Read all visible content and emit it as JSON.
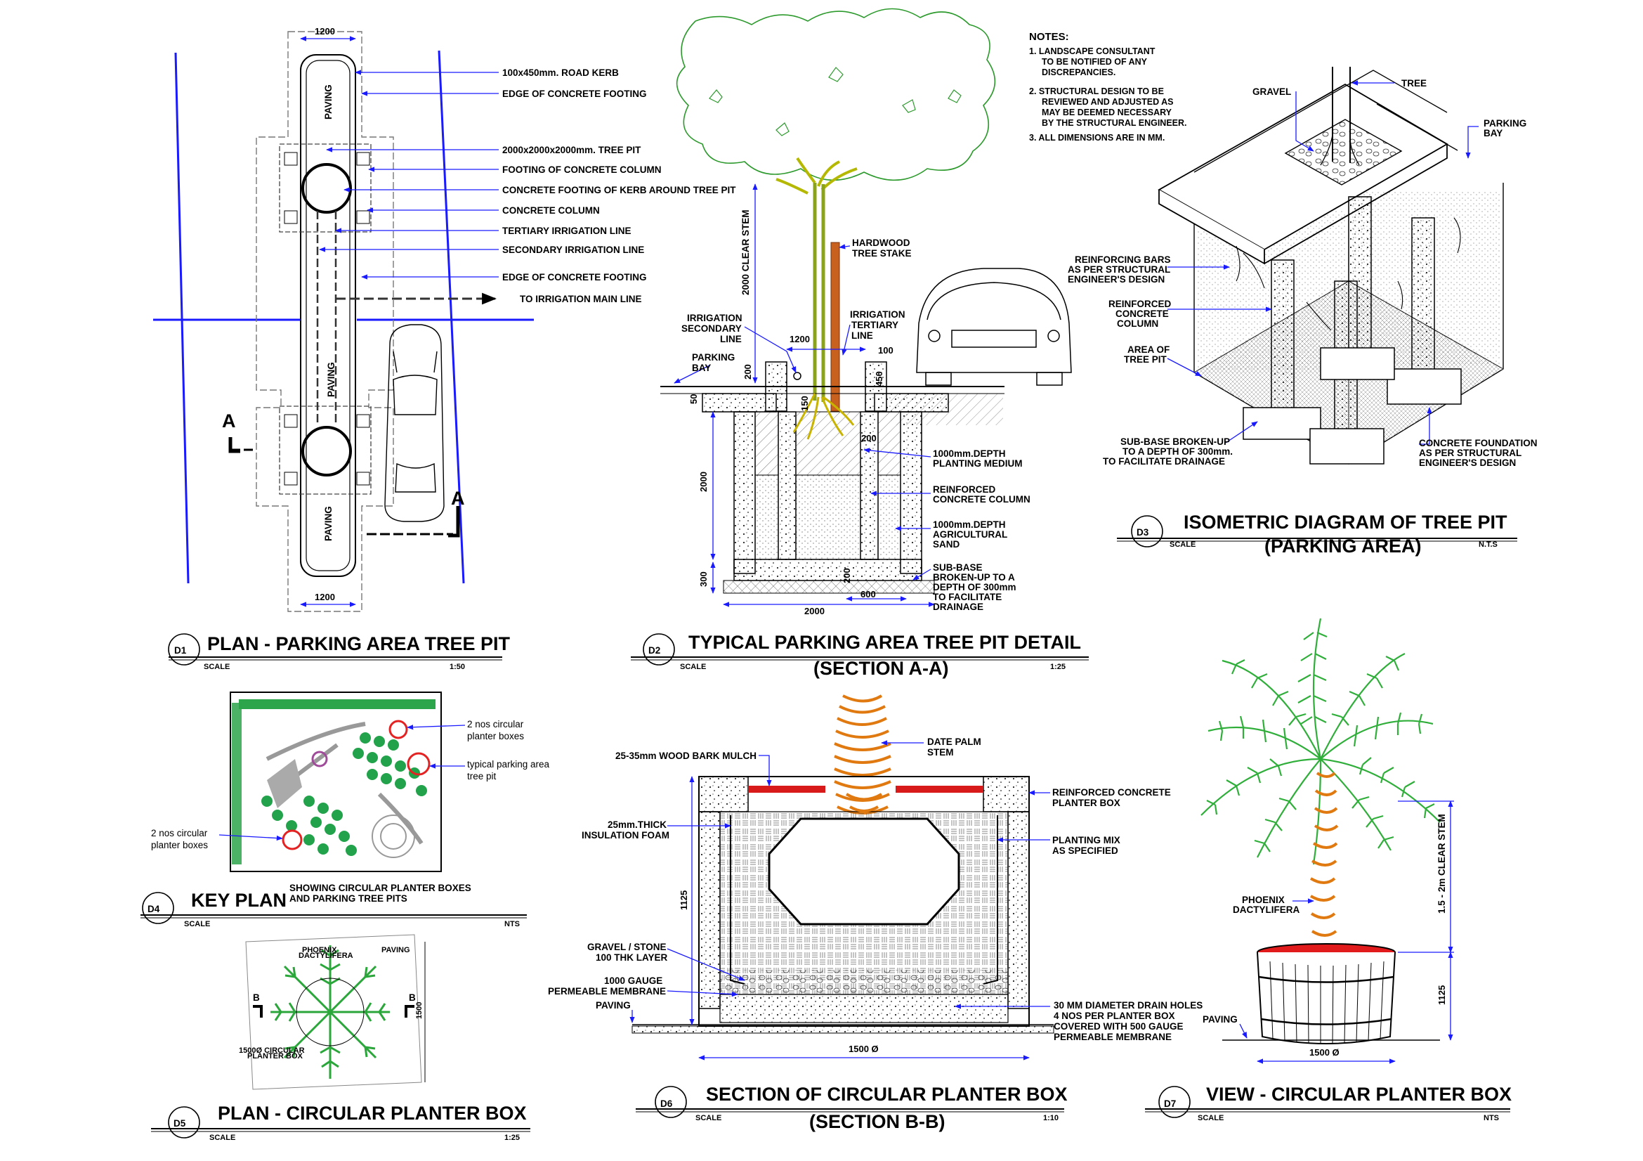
{
  "notes": {
    "title": "NOTES:",
    "items": [
      [
        "1.  LANDSCAPE CONSULTANT",
        "TO BE NOTIFIED OF ANY",
        "DISCREPANCIES."
      ],
      [
        "2.  STRUCTURAL DESIGN TO BE",
        "REVIEWED AND ADJUSTED AS",
        "MAY BE DEEMED NECESSARY",
        "BY THE STRUCTURAL ENGINEER."
      ],
      [
        "3.  ALL DIMENSIONS ARE IN MM."
      ]
    ]
  },
  "d1": {
    "number": "D1",
    "title": "PLAN - PARKING AREA TREE PIT",
    "scale_label": "SCALE",
    "scale": "1:50",
    "dim_top": "1200",
    "dim_bottom": "1200",
    "paving": "PAVING",
    "section_mark": "A",
    "labels": [
      "100x450mm. ROAD KERB",
      "EDGE OF CONCRETE FOOTING",
      "2000x2000x2000mm. TREE PIT",
      "FOOTING OF CONCRETE COLUMN",
      "CONCRETE FOOTING OF KERB AROUND TREE PIT",
      "CONCRETE COLUMN",
      "TERTIARY IRRIGATION LINE",
      "SECONDARY IRRIGATION LINE",
      "EDGE OF CONCRETE FOOTING",
      "TO IRRIGATION MAIN LINE"
    ]
  },
  "d2": {
    "number": "D2",
    "title": "TYPICAL PARKING AREA TREE PIT DETAIL",
    "subtitle": "(SECTION A-A)",
    "scale_label": "SCALE",
    "scale": "1:25",
    "clear_stem": "2000 CLEAR STEM",
    "stake": [
      "HARDWOOD",
      "TREE STAKE"
    ],
    "irr_secondary": [
      "IRRIGATION",
      "SECONDARY",
      "LINE"
    ],
    "irr_tertiary": [
      "IRRIGATION",
      "TERTIARY",
      "LINE"
    ],
    "parking_bay": [
      "PARKING",
      "BAY"
    ],
    "planting_medium": [
      "1000mm.DEPTH",
      "PLANTING MEDIUM"
    ],
    "rc_column": [
      "REINFORCED",
      "CONCRETE COLUMN"
    ],
    "agri_sand": [
      "1000mm.DEPTH",
      "AGRICULTURAL",
      "SAND"
    ],
    "subbase": [
      "SUB-BASE",
      "BROKEN-UP TO A",
      "DEPTH OF 300mm",
      "TO FACILITATE",
      "DRAINAGE"
    ],
    "dims": {
      "w1200": "1200",
      "d100": "100",
      "d200a": "200",
      "d450": "450",
      "d150": "150",
      "d50": "50",
      "d200b": "200",
      "d2000v": "2000",
      "d300": "300",
      "d200c": "200",
      "d2000h": "2000",
      "d600": "600"
    }
  },
  "d3": {
    "number": "D3",
    "title": "ISOMETRIC DIAGRAM OF TREE PIT",
    "subtitle": "(PARKING AREA)",
    "scale_label": "SCALE",
    "scale": "N.T.S",
    "gravel": "GRAVEL",
    "tree": "TREE",
    "parking_bay": [
      "PARKING",
      "BAY"
    ],
    "rebar": [
      "REINFORCING BARS",
      "AS PER STRUCTURAL",
      "ENGINEER'S DESIGN"
    ],
    "rc_column": [
      "REINFORCED",
      "CONCRETE",
      "COLUMN"
    ],
    "area": [
      "AREA OF",
      "TREE PIT"
    ],
    "subbase": [
      "SUB-BASE BROKEN-UP",
      "TO A DEPTH OF 300mm.",
      "TO FACILITATE DRAINAGE"
    ],
    "foundation": [
      "CONCRETE FOUNDATION",
      "AS PER STRUCTURAL",
      "ENGINEER'S DESIGN"
    ]
  },
  "d4": {
    "number": "D4",
    "title": "KEY PLAN",
    "subtitle": [
      "SHOWING CIRCULAR PLANTER BOXES",
      "AND PARKING TREE PITS"
    ],
    "scale_label": "SCALE",
    "scale": "NTS",
    "circular_top": [
      "2 nos circular",
      "planter boxes"
    ],
    "typical_pit": [
      "typical parking area",
      "tree pit"
    ],
    "circular_left": [
      "2 nos circular",
      "planter boxes"
    ]
  },
  "d5": {
    "number": "D5",
    "title": "PLAN - CIRCULAR PLANTER BOX",
    "scale_label": "SCALE",
    "scale": "1:25",
    "phoenix": [
      "PHOENIX",
      "DACTYLIFERA"
    ],
    "paving": "PAVING",
    "box": [
      "1500Ø CIRCULAR",
      "PLANTER BOX"
    ],
    "dim": "1500",
    "mark": "B"
  },
  "d6": {
    "number": "D6",
    "title": "SECTION OF CIRCULAR PLANTER BOX",
    "subtitle": "(SECTION B-B)",
    "scale_label": "SCALE",
    "scale": "1:10",
    "date_palm": [
      "DATE PALM",
      "STEM"
    ],
    "mulch": "25-35mm WOOD BARK  MULCH",
    "insulation": [
      "25mm.THICK",
      "INSULATION FOAM"
    ],
    "gravel": [
      "GRAVEL / STONE",
      "100 THK LAYER"
    ],
    "membrane": [
      "1000 GAUGE",
      "PERMEABLE MEMBRANE"
    ],
    "paving": "PAVING",
    "rc_box": [
      "REINFORCED CONCRETE",
      "PLANTER BOX"
    ],
    "planting_mix": [
      "PLANTING  MIX",
      "AS SPECIFIED"
    ],
    "drain": [
      "30 MM DIAMETER DRAIN HOLES",
      "4 NOS PER PLANTER BOX",
      "COVERED WITH 500 GAUGE",
      "PERMEABLE MEMBRANE"
    ],
    "dim_h": "1125",
    "dim_w": "1500 Ø"
  },
  "d7": {
    "number": "D7",
    "title": "VIEW - CIRCULAR PLANTER BOX",
    "scale_label": "SCALE",
    "scale": "NTS",
    "phoenix": [
      "PHOENIX",
      "DACTYLIFERA"
    ],
    "clear_stem": "1.5 - 2m CLEAR STEM",
    "dim_h": "1125",
    "dim_w": "1500 Ø",
    "paving": "PAVING"
  }
}
